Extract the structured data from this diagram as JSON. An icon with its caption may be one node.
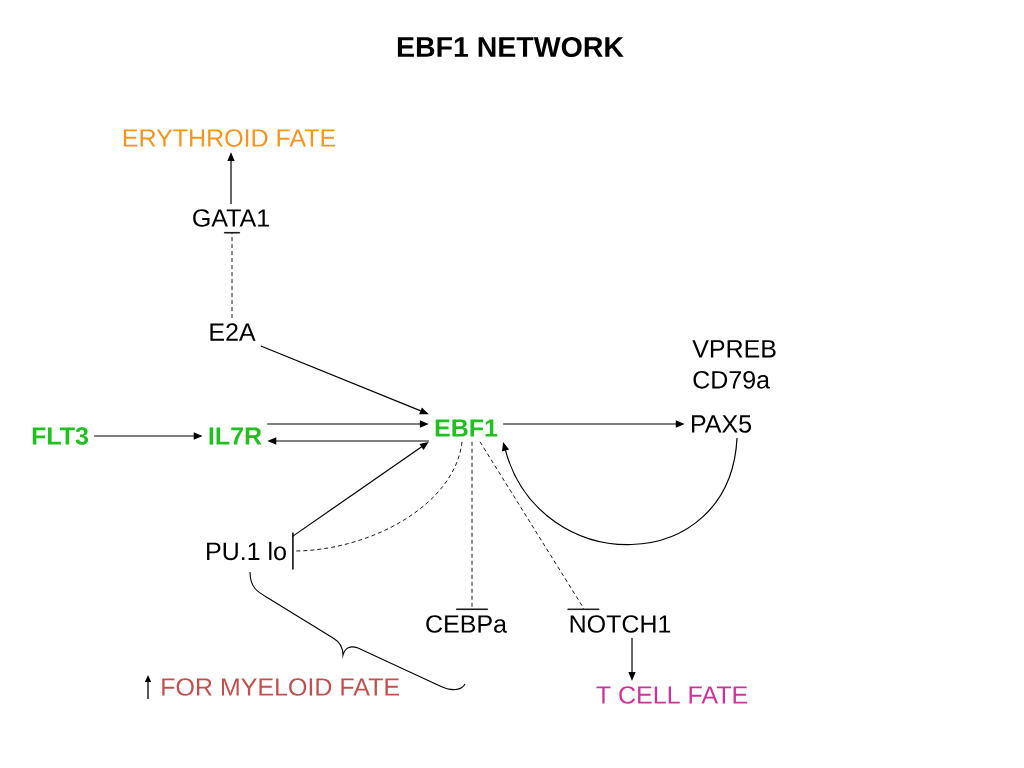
{
  "diagram": {
    "title": "EBF1 NETWORK",
    "nodes": [
      {
        "text": [
          "ERYTHROID FATE"
        ]
      },
      {
        "text": [
          "GATA1"
        ]
      },
      {
        "text": [
          "E2A"
        ]
      },
      {
        "text": [
          "FLT3"
        ]
      },
      {
        "text": [
          "IL7R"
        ]
      },
      {
        "text": [
          "EBF1"
        ]
      },
      {
        "text": [
          "PAX5"
        ]
      },
      {
        "text": [
          "PU.1 lo"
        ]
      },
      {
        "text": [
          "CEBPa"
        ]
      },
      {
        "text": [
          "NOTCH1"
        ]
      },
      {
        "text": [
          "T CELL FATE"
        ]
      }
    ],
    "edges": [
      {
        "from": 1,
        "to": 0,
        "arrow": "to"
      },
      {
        "from": 2,
        "to": 1,
        "arrow": "other",
        "style": "dashed"
      },
      {
        "from": 2,
        "to": 5,
        "arrow": "to"
      },
      {
        "from": 3,
        "to": 4,
        "arrow": "to"
      },
      {
        "from": 4,
        "to": 5,
        "arrow": "to"
      },
      {
        "from": 5,
        "to": 4,
        "arrow": "to"
      },
      {
        "from": 5,
        "to": 6,
        "arrow": "to"
      },
      {
        "from": 6,
        "to": 5,
        "arrow": "to"
      },
      {
        "from": 7,
        "to": 5,
        "arrow": "to"
      },
      {
        "from": 5,
        "to": 7,
        "arrow": "other",
        "style": "dashed"
      },
      {
        "from": 5,
        "to": 8,
        "arrow": "other",
        "style": "dashed"
      },
      {
        "from": 5,
        "to": 9,
        "arrow": "other",
        "style": "dashed"
      },
      {
        "from": 9,
        "to": 10,
        "arrow": "to"
      }
    ],
    "labels": [
      "VPREB CD79a",
      "FOR MYELOID FATE"
    ]
  }
}
